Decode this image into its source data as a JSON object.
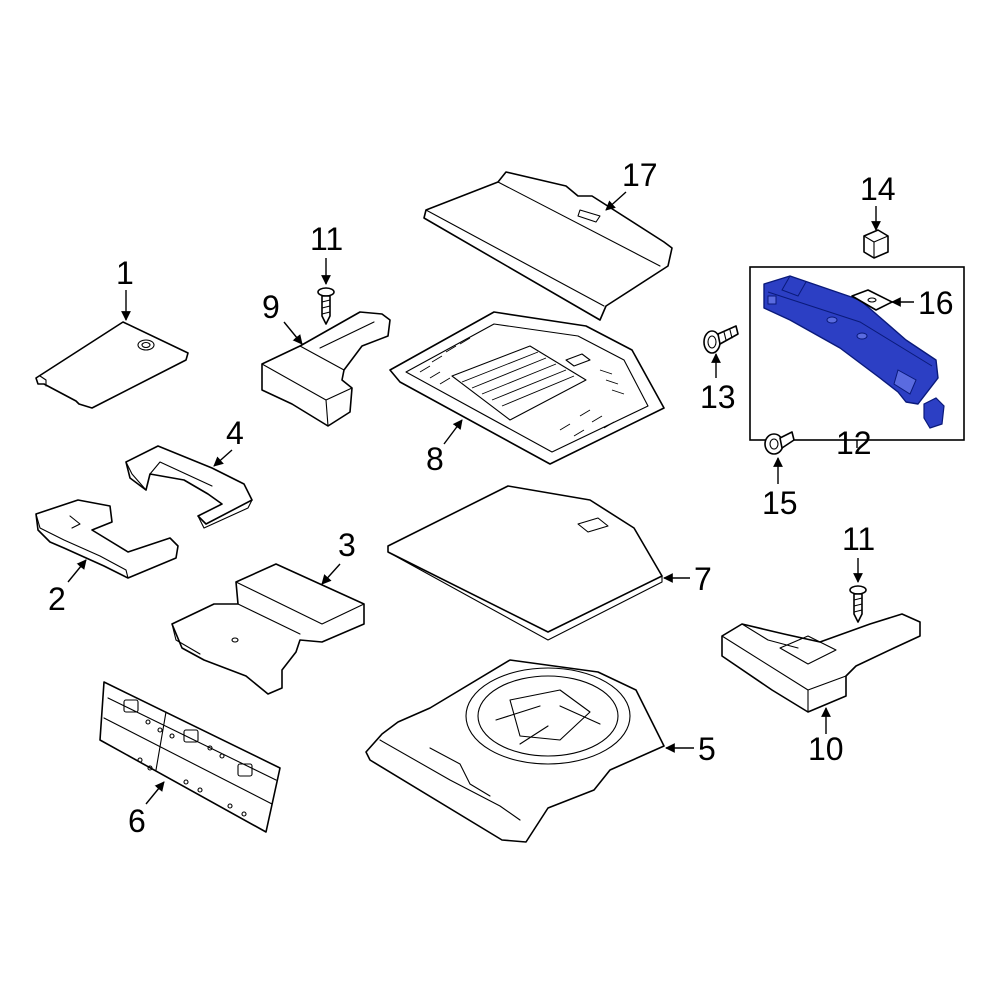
{
  "colors": {
    "line": "#000000",
    "background": "#ffffff",
    "highlight_fill": "#2c3fc4",
    "highlight_stroke": "#0a1a7a"
  },
  "callouts": {
    "c1": "1",
    "c2": "2",
    "c3": "3",
    "c4": "4",
    "c5": "5",
    "c6": "6",
    "c7": "7",
    "c8": "8",
    "c9": "9",
    "c10": "10",
    "c11a": "11",
    "c11b": "11",
    "c12": "12",
    "c13": "13",
    "c14": "14",
    "c15": "15",
    "c16": "16",
    "c17": "17"
  },
  "highlighted_part": "12"
}
